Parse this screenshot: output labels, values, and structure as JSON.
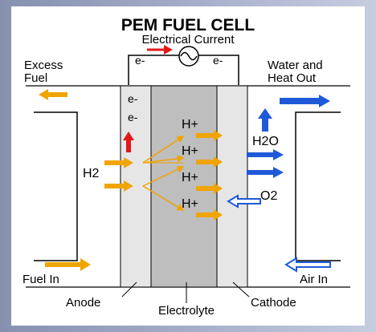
{
  "title": "PEM FUEL CELL",
  "current_label": "Electrical Current",
  "circuit_left_label": "e-",
  "circuit_right_label": "e-",
  "excess_fuel_line1": "Excess",
  "excess_fuel_line2": "Fuel",
  "water_heat_line1": "Water and",
  "water_heat_line2": "Heat Out",
  "anode_electron_1": "e-",
  "anode_electron_2": "e-",
  "proton_label": "H+",
  "hydrogen_label": "H2",
  "water_label": "H2O",
  "oxygen_label": "O2",
  "fuel_in_label": "Fuel In",
  "air_in_label": "Air In",
  "anode_label": "Anode",
  "electrolyte_label": "Electrolyte",
  "cathode_label": "Cathode",
  "colors": {
    "fuel_arrow": "#f0a400",
    "water_arrow": "#1e5ad8",
    "current_arrow": "#e01818",
    "electrode": "#e6e6e6",
    "electrolyte": "#bebebe"
  }
}
